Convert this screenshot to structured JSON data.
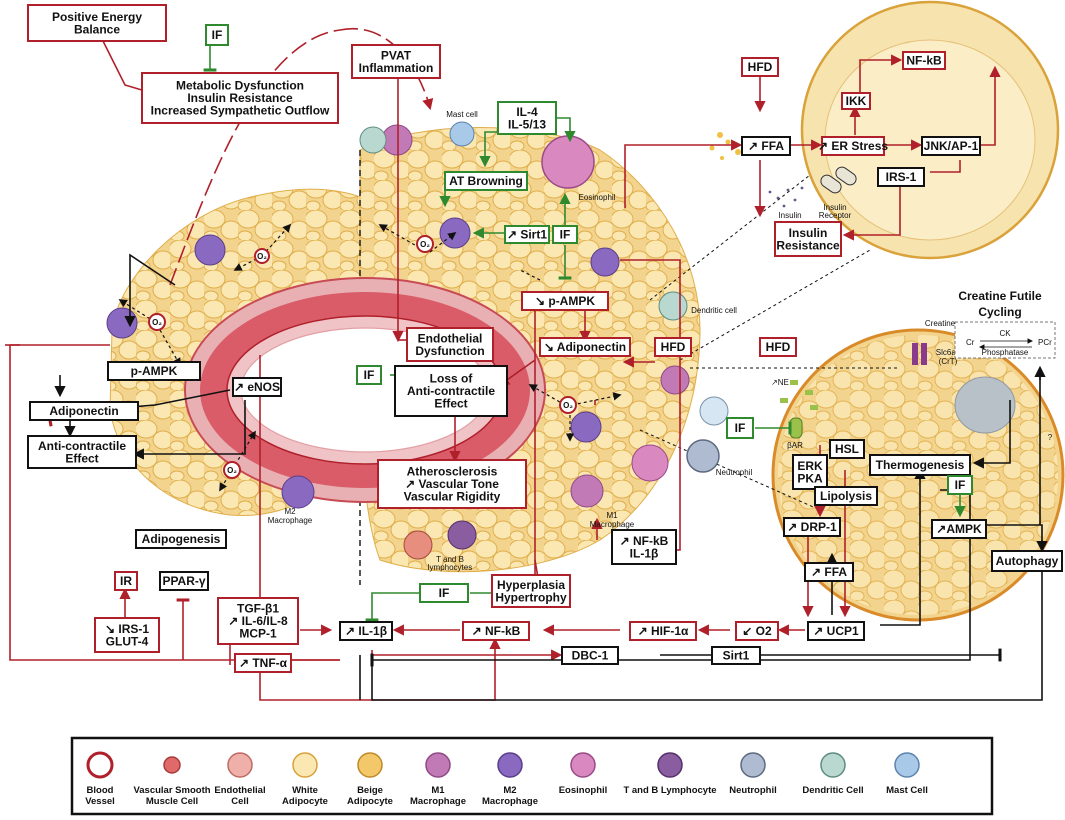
{
  "boxes": {
    "positive_energy_balance": [
      "Positive Energy",
      "Balance"
    ],
    "if_top": "IF",
    "metabolic": [
      "Metabolic Dysfunction",
      "Insulin Resistance",
      "Increased Sympathetic Outflow"
    ],
    "pvat_inflammation": [
      "PVAT",
      "Inflammation"
    ],
    "il4": [
      "IL-4",
      "IL-5/13"
    ],
    "at_browning": "AT Browning",
    "sirt1_center": "↗ Sirt1",
    "if_center": "IF",
    "p_ampk_center": "↘ p-AMPK",
    "endothelial_dysfunction": [
      "Endothelial",
      "Dysfunction"
    ],
    "adiponectin_center": "↘ Adiponectin",
    "hfd_center": "HFD",
    "if_left": "IF",
    "loss_anticontractile": [
      "Loss of",
      "Anti-contractile",
      "Effect"
    ],
    "atherosclerosis": [
      "Atherosclerosis",
      "↗ Vascular Tone",
      "Vascular Rigidity"
    ],
    "p_ampk_left": "p-AMPK",
    "enos": "↗ eNOS",
    "adiponectin_left": "Adiponectin",
    "anticontractile_effect": [
      "Anti-contractile",
      "Effect"
    ],
    "adipogenesis": "Adipogenesis",
    "ir": "IR",
    "ppar": "PPAR-γ",
    "irs1_glut4": [
      "↘ IRS-1",
      "GLUT-4"
    ],
    "tgf": [
      "TGF-β1",
      "↗ IL-6/IL-8",
      "MCP-1"
    ],
    "tnf": "↗ TNF-α",
    "il1b": "↗ IL-1β",
    "nfkb_bottom": "↗ NF-kB",
    "hif": "↗ HIF-1α",
    "o2": "↙ O2",
    "ucp1": "↗ UCP1",
    "dbc1": "DBC-1",
    "sirt1_bottom": "Sirt1",
    "if_bottom": "IF",
    "hyperplasia": [
      "Hyperplasia",
      "Hypertrophy"
    ],
    "nfkb_il1b": [
      "↗ NF-kB",
      "IL-1β"
    ],
    "hfd_top": "HFD",
    "ffa_top": "↗ FFA",
    "er_stress": "↗ ER Stress",
    "ikk": "IKK",
    "nfkb_top": "NF-kB",
    "jnk": "JNK/AP-1",
    "irs1_top": "IRS-1",
    "insulin_resistance": [
      "Insulin",
      "Resistance"
    ],
    "hfd_right": "HFD",
    "if_right": "IF",
    "erk_pka": [
      "ERK",
      "PKA"
    ],
    "hsl": "HSL",
    "lipolysis": "Lipolysis",
    "drp1": "↗ DRP-1",
    "ffa_right": "↗ FFA",
    "thermogenesis": "Thermogenesis",
    "if_ampk": "IF",
    "ampk_right": "↗AMPK",
    "autophagy": "Autophagy"
  },
  "labels": {
    "mast_cell": "Mast cell",
    "eosinophil": "Eosinophil",
    "dendritic_cell": "Dendritic cell",
    "neutrophil": "Neutrophil",
    "m1_macrophage": [
      "M1",
      "Macrophage"
    ],
    "m2_macrophage": [
      "M2",
      "Macrophage"
    ],
    "t_and_b": [
      "T and B",
      "lymphocytes"
    ],
    "insulin": "Insulin",
    "insulin_receptor": [
      "Insulin",
      "Receptor"
    ],
    "creatine": "Creatine",
    "slc6a8": [
      "Slc6a8",
      "(CrT)"
    ],
    "ne": "↗NE",
    "beta_ar": "βAR",
    "o2_bubble": "O₂",
    "question": "?"
  },
  "creatine_cycle": {
    "title": [
      "Creatine Futile",
      "Cycling"
    ],
    "cr": "Cr",
    "ck": "CK",
    "phosphatase": "Phosphatase",
    "pcr": "PCr"
  },
  "legend": {
    "items": [
      {
        "label": [
          "Blood",
          "Vessel"
        ],
        "icon": "blood-vessel-icon"
      },
      {
        "label": [
          "Vascular Smooth",
          "Muscle Cell"
        ],
        "icon": "smooth-muscle-cell-icon"
      },
      {
        "label": [
          "Endothelial",
          "Cell"
        ],
        "icon": "endothelial-cell-icon"
      },
      {
        "label": [
          "White",
          "Adipocyte"
        ],
        "icon": "white-adipocyte-icon"
      },
      {
        "label": [
          "Beige",
          "Adipocyte"
        ],
        "icon": "beige-adipocyte-icon"
      },
      {
        "label": [
          "M1",
          "Macrophage"
        ],
        "icon": "m1-macrophage-icon"
      },
      {
        "label": [
          "M2",
          "Macrophage"
        ],
        "icon": "m2-macrophage-icon"
      },
      {
        "label": [
          "Eosinophil"
        ],
        "icon": "eosinophil-icon"
      },
      {
        "label": [
          "T and B Lymphocyte"
        ],
        "icon": "lymphocyte-icon"
      },
      {
        "label": [
          "Neutrophil"
        ],
        "icon": "neutrophil-icon"
      },
      {
        "label": [
          "Dendritic Cell"
        ],
        "icon": "dendritic-cell-icon"
      },
      {
        "label": [
          "Mast Cell"
        ],
        "icon": "mast-cell-icon"
      }
    ]
  },
  "colors": {
    "red": "#b0202a",
    "green": "#2f8a2f",
    "black": "#111111",
    "fat": "#f6dea0",
    "fat_stroke": "#d9a23a",
    "vessel": "#d8606a",
    "m1": "#b86ab0",
    "m2": "#8a6ac0"
  }
}
